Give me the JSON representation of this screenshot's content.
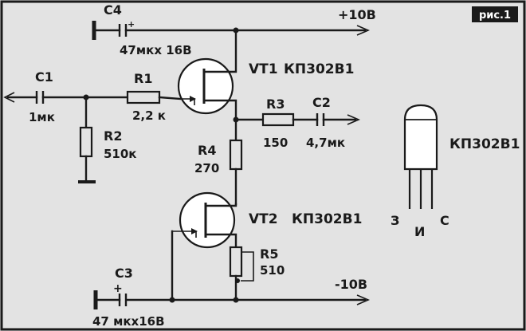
{
  "figure_label": "рис.1",
  "rails": {
    "positive": "+10В",
    "negative": "-10В"
  },
  "components": {
    "c4": {
      "ref": "C4",
      "value": "47мкх 16В"
    },
    "c1": {
      "ref": "C1",
      "value": "1мк"
    },
    "r1": {
      "ref": "R1",
      "value": "2,2 к"
    },
    "r2": {
      "ref": "R2",
      "value": "510к"
    },
    "vt1": {
      "ref": "VT1",
      "type": "КП302В1"
    },
    "r3": {
      "ref": "R3",
      "value": "150"
    },
    "c2": {
      "ref": "C2",
      "value": "4,7мк"
    },
    "r4": {
      "ref": "R4",
      "value": "270"
    },
    "vt2": {
      "ref": "VT2",
      "type": "КП302В1"
    },
    "r5": {
      "ref": "R5",
      "value": "510"
    },
    "c3": {
      "ref": "C3",
      "value": "47 мкх16В"
    }
  },
  "package": {
    "title": "КП302В1",
    "pins": [
      "З",
      "И",
      "С"
    ]
  },
  "polarity_mark": "+"
}
